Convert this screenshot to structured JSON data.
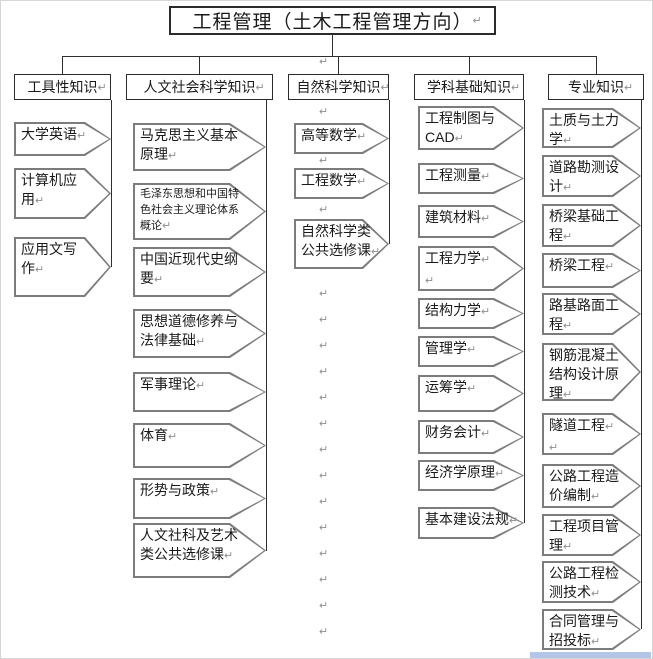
{
  "title": "工程管理（土木工程管理方向）",
  "marks": {
    "pilcrow": "↵"
  },
  "colors": {
    "box_border": "#2b2b2b",
    "shape_border": "#7c7c7c",
    "connector": "#2f2f2f",
    "paragraph_mark": "#909090",
    "selection_bar": "#b4c6e7"
  },
  "columns": [
    {
      "header": "工具性知识",
      "items": [
        {
          "label": "大学英语"
        },
        {
          "label": "计算机应用"
        },
        {
          "label": "应用文写作"
        }
      ]
    },
    {
      "header": "人文社会科学知识",
      "items": [
        {
          "label": "马克思主义基本原理"
        },
        {
          "label": "毛泽东思想和中国特色社会主义理论体系概论"
        },
        {
          "label": "中国近现代史纲要"
        },
        {
          "label": "思想道德修养与法律基础"
        },
        {
          "label": "军事理论"
        },
        {
          "label": "体育"
        },
        {
          "label": "形势与政策"
        },
        {
          "label": "人文社科及艺术类公共选修课"
        }
      ]
    },
    {
      "header": "自然科学知识",
      "items": [
        {
          "label": "高等数学"
        },
        {
          "label": "工程数学"
        },
        {
          "label": "自然科学类公共选修课"
        }
      ]
    },
    {
      "header": "学科基础知识",
      "items": [
        {
          "label": "工程制图与CAD"
        },
        {
          "label": "工程测量"
        },
        {
          "label": "建筑材料"
        },
        {
          "label": "工程力学"
        },
        {
          "label": "结构力学"
        },
        {
          "label": "管理学"
        },
        {
          "label": "运筹学"
        },
        {
          "label": "财务会计"
        },
        {
          "label": "经济学原理"
        },
        {
          "label": "基本建设法规"
        }
      ]
    },
    {
      "header": "专业知识",
      "items": [
        {
          "label": "土质与土力学"
        },
        {
          "label": "道路勘测设计"
        },
        {
          "label": "桥梁基础工程"
        },
        {
          "label": "桥梁工程"
        },
        {
          "label": "路基路面工程"
        },
        {
          "label": "钢筋混凝土结构设计原理"
        },
        {
          "label": "隧道工程"
        },
        {
          "label": "公路工程造价编制"
        },
        {
          "label": "工程项目管理"
        },
        {
          "label": "公路工程检测技术"
        },
        {
          "label": "合同管理与招投标"
        }
      ]
    }
  ]
}
